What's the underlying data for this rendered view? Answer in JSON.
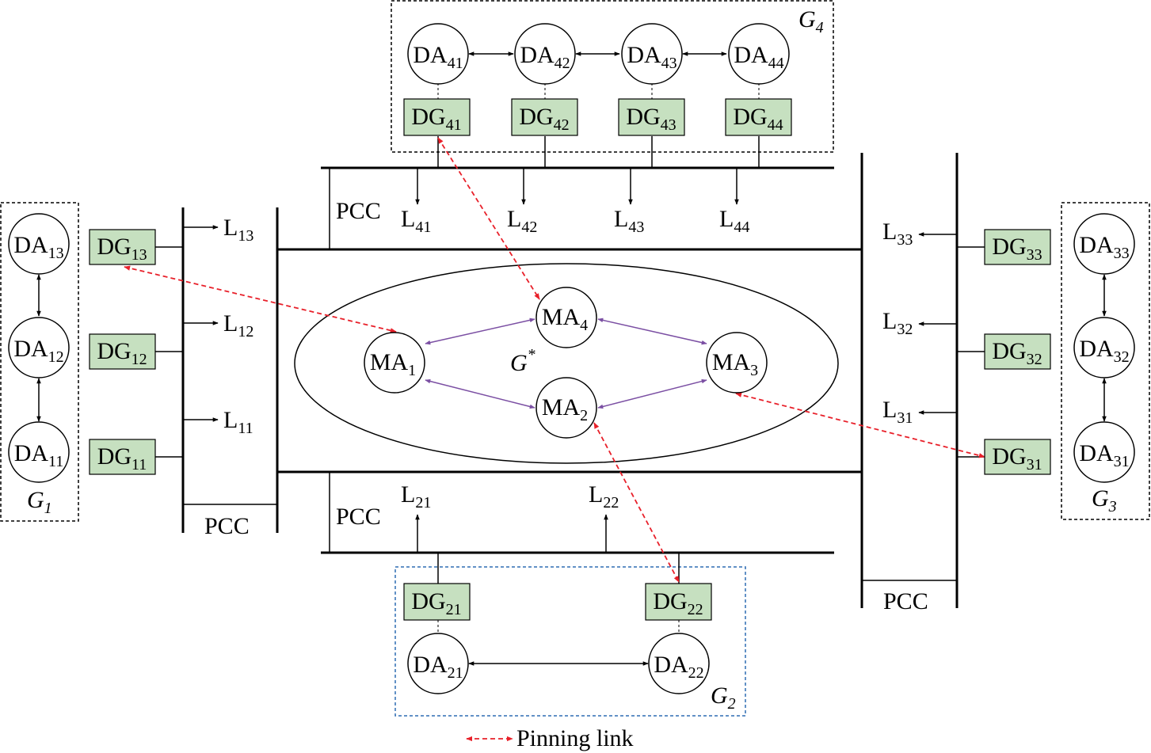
{
  "diagram": {
    "colors": {
      "dg_fill": "#c6e0c0",
      "pinning": "#e8202a",
      "ma_link": "#7b4fa3",
      "g2_border": "#2e6db4",
      "line": "#000000"
    },
    "groups": {
      "g1": {
        "base": "G",
        "sub": "1"
      },
      "g2": {
        "base": "G",
        "sub": "2"
      },
      "g3": {
        "base": "G",
        "sub": "3"
      },
      "g4": {
        "base": "G",
        "sub": "4"
      },
      "gstar": {
        "base": "G",
        "sup": "*"
      }
    },
    "agents": {
      "da13": {
        "base": "DA",
        "sub": "13"
      },
      "da12": {
        "base": "DA",
        "sub": "12"
      },
      "da11": {
        "base": "DA",
        "sub": "11"
      },
      "da41": {
        "base": "DA",
        "sub": "41"
      },
      "da42": {
        "base": "DA",
        "sub": "42"
      },
      "da43": {
        "base": "DA",
        "sub": "43"
      },
      "da44": {
        "base": "DA",
        "sub": "44"
      },
      "da33": {
        "base": "DA",
        "sub": "33"
      },
      "da32": {
        "base": "DA",
        "sub": "32"
      },
      "da31": {
        "base": "DA",
        "sub": "31"
      },
      "da21": {
        "base": "DA",
        "sub": "21"
      },
      "da22": {
        "base": "DA",
        "sub": "22"
      },
      "ma1": {
        "base": "MA",
        "sub": "1"
      },
      "ma2": {
        "base": "MA",
        "sub": "2"
      },
      "ma3": {
        "base": "MA",
        "sub": "3"
      },
      "ma4": {
        "base": "MA",
        "sub": "4"
      }
    },
    "generators": {
      "dg13": {
        "base": "DG",
        "sub": "13"
      },
      "dg12": {
        "base": "DG",
        "sub": "12"
      },
      "dg11": {
        "base": "DG",
        "sub": "11"
      },
      "dg41": {
        "base": "DG",
        "sub": "41"
      },
      "dg42": {
        "base": "DG",
        "sub": "42"
      },
      "dg43": {
        "base": "DG",
        "sub": "43"
      },
      "dg44": {
        "base": "DG",
        "sub": "44"
      },
      "dg33": {
        "base": "DG",
        "sub": "33"
      },
      "dg32": {
        "base": "DG",
        "sub": "32"
      },
      "dg31": {
        "base": "DG",
        "sub": "31"
      },
      "dg21": {
        "base": "DG",
        "sub": "21"
      },
      "dg22": {
        "base": "DG",
        "sub": "22"
      }
    },
    "loads": {
      "l13": {
        "base": "L",
        "sub": "13"
      },
      "l12": {
        "base": "L",
        "sub": "12"
      },
      "l11": {
        "base": "L",
        "sub": "11"
      },
      "l41": {
        "base": "L",
        "sub": "41"
      },
      "l42": {
        "base": "L",
        "sub": "42"
      },
      "l43": {
        "base": "L",
        "sub": "43"
      },
      "l44": {
        "base": "L",
        "sub": "44"
      },
      "l33": {
        "base": "L",
        "sub": "33"
      },
      "l32": {
        "base": "L",
        "sub": "32"
      },
      "l31": {
        "base": "L",
        "sub": "31"
      },
      "l21": {
        "base": "L",
        "sub": "21"
      },
      "l22": {
        "base": "L",
        "sub": "22"
      }
    },
    "pcc_label": "PCC",
    "legend": {
      "pinning_label": "Pinning link"
    }
  }
}
